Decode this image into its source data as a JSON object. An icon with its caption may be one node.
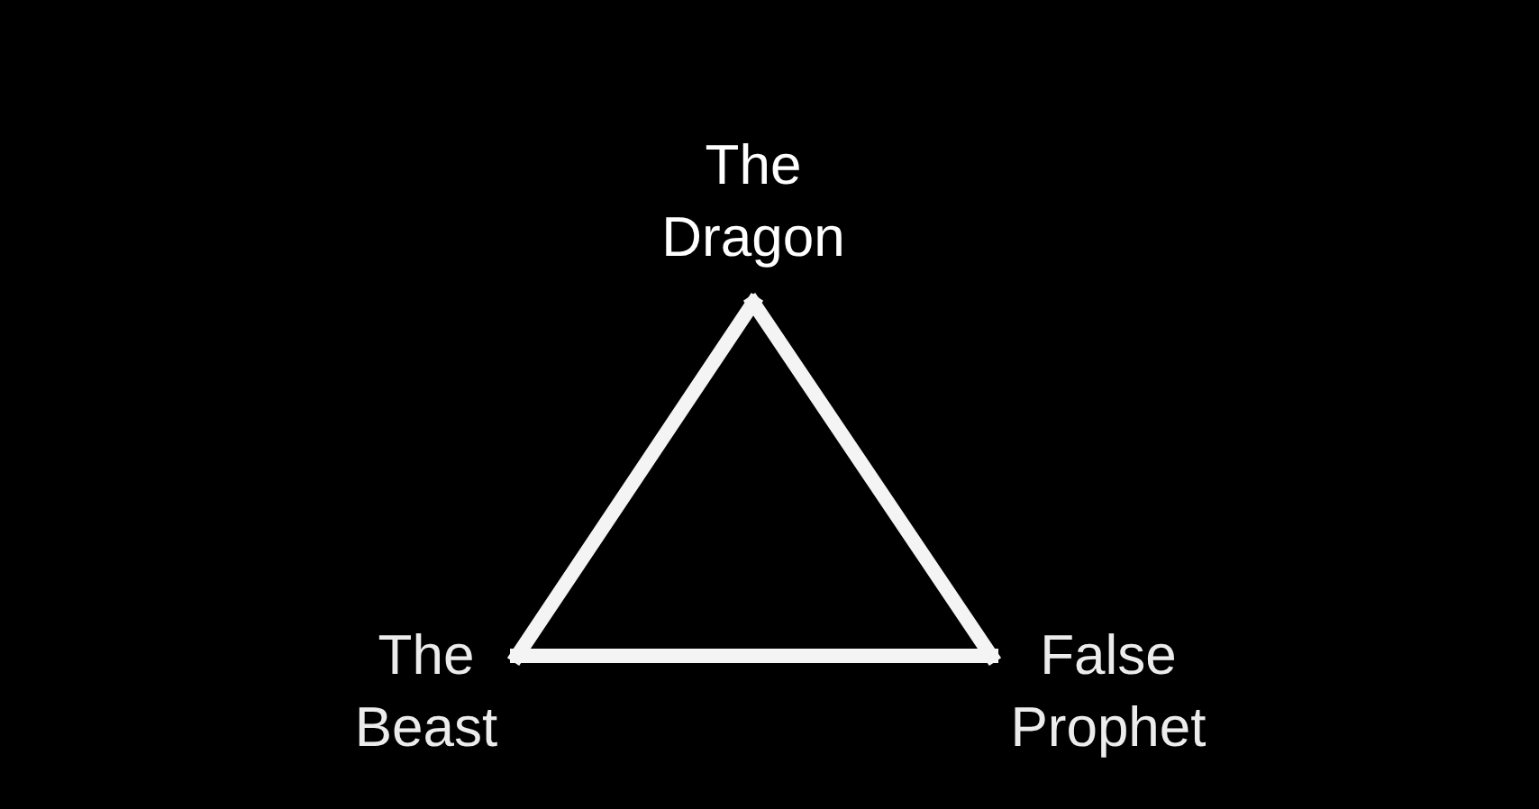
{
  "diagram": {
    "nodes": [
      {
        "text": [
          "The Dragon"
        ]
      },
      {
        "text": [
          "The Beast"
        ]
      },
      {
        "text": [
          "False Prophet"
        ]
      }
    ],
    "edges": [
      {
        "from": 0,
        "to": 1,
        "arrow": "none"
      },
      {
        "from": 1,
        "to": 2,
        "arrow": "none"
      },
      {
        "from": 2,
        "to": 0,
        "arrow": "none"
      }
    ]
  }
}
